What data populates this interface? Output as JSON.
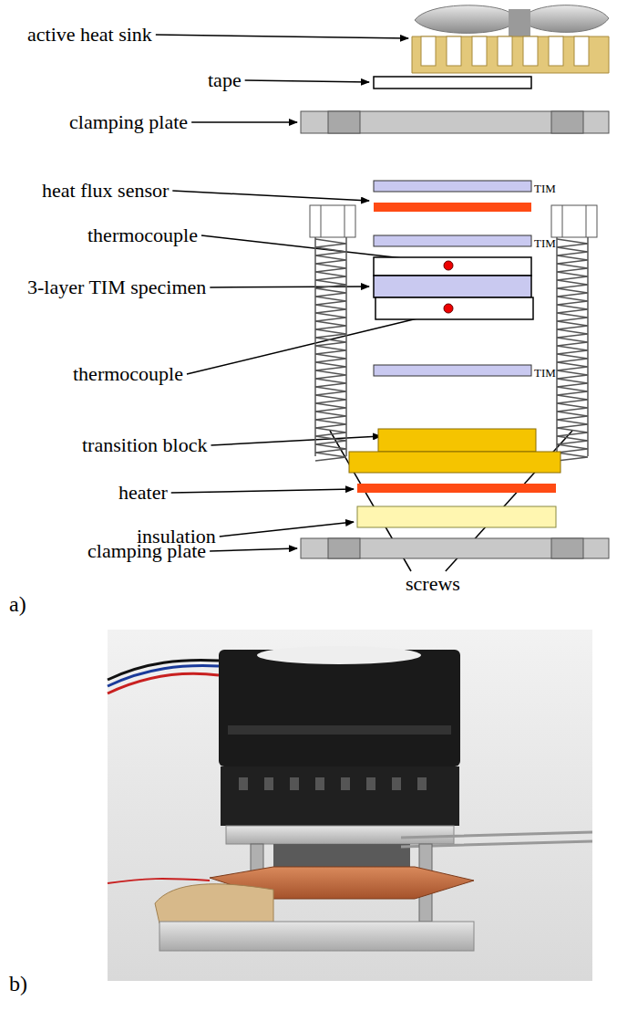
{
  "diagram": {
    "labels": [
      "active heat sink",
      "tape",
      "clamping plate",
      "TIM",
      "heat flux sensor",
      "TIM",
      "thermocouple",
      "3-layer TIM specimen",
      "thermocouple",
      "TIM",
      "transition block",
      "heater",
      "insulation",
      "clamping plate",
      "screws",
      "a)",
      "b)"
    ]
  }
}
